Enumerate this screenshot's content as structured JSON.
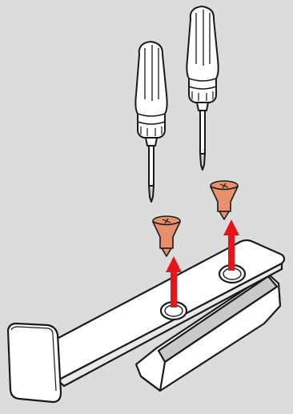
{
  "illustration": {
    "subject": "bracket-screw-installation",
    "items": [
      {
        "kind": "phillips-screwdriver",
        "count": 2
      },
      {
        "kind": "countersunk-screw",
        "count": 2
      },
      {
        "kind": "install-arrow",
        "count": 2
      },
      {
        "kind": "mounting-bracket",
        "count": 1
      }
    ]
  },
  "colors": {
    "background": "#dcdcdc",
    "outline": "#1a1a1a",
    "part_fill": "#ffffff",
    "screw_fill": "#e8906c",
    "arrow": "#e8141c",
    "shadow_gray": "#b9b9b9"
  }
}
